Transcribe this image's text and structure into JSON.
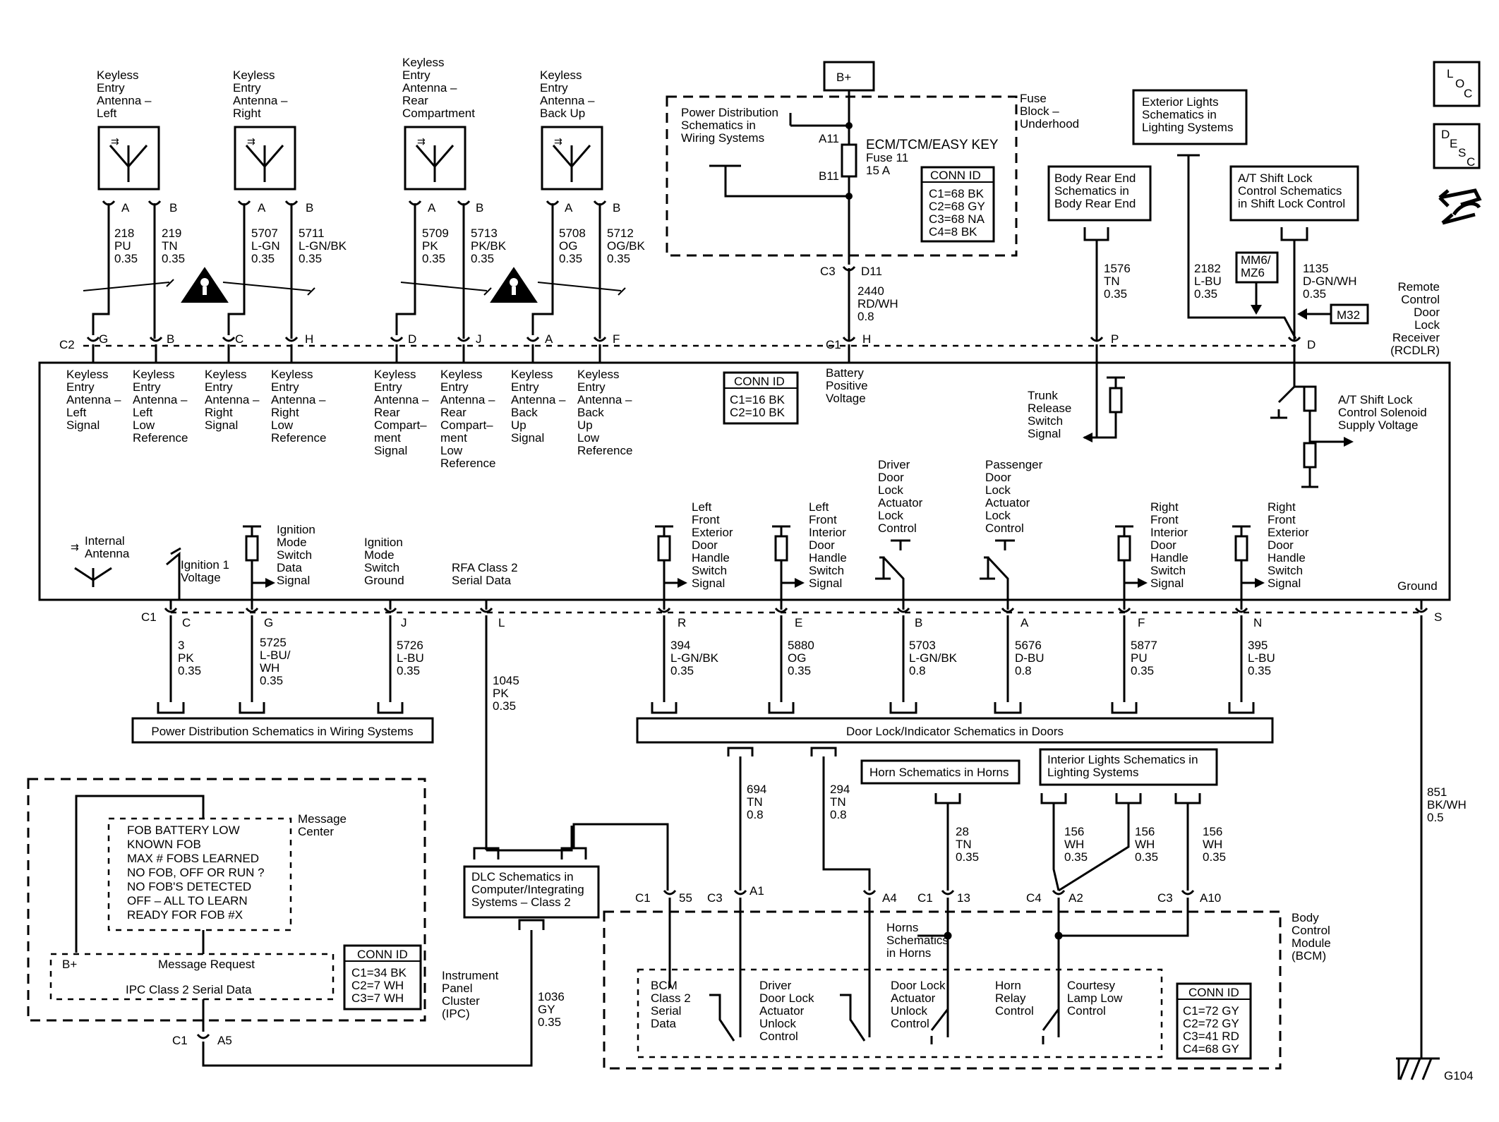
{
  "header": {
    "battery": "B+",
    "fuse_block": [
      "Fuse",
      "Block –",
      "Underhood"
    ],
    "pd_ref": [
      "Power Distribution",
      "Schematics in",
      "Wiring Systems"
    ],
    "fuse_name": "ECM/TCM/EASY KEY",
    "fuse_num": [
      "Fuse 11",
      "15 A"
    ],
    "pin_a11": "A11",
    "pin_b11": "B11",
    "conn_title": "CONN ID",
    "conn_lines": [
      "C1=68 BK",
      "C2=68 GY",
      "C3=68 NA",
      "C4=8 BK"
    ],
    "c3": "C3",
    "d11": "D11",
    "wire": [
      "2440",
      "RD/WH",
      "0.8"
    ]
  },
  "nav_icons": {
    "loc": [
      "L",
      "O",
      "C"
    ],
    "desc": [
      "D",
      "E",
      "S",
      "C"
    ]
  },
  "antennas": [
    {
      "name": [
        "Keyless",
        "Entry",
        "Antenna –",
        "Left"
      ],
      "pins": [
        "A",
        "B"
      ],
      "wireA": [
        "218",
        "PU",
        "0.35"
      ],
      "wireB": [
        "219",
        "TN",
        "0.35"
      ]
    },
    {
      "name": [
        "Keyless",
        "Entry",
        "Antenna –",
        "Right"
      ],
      "pins": [
        "A",
        "B"
      ],
      "wireA": [
        "5707",
        "L-GN",
        "0.35"
      ],
      "wireB": [
        "5711",
        "L-GN/BK",
        "0.35"
      ]
    },
    {
      "name": [
        "Keyless",
        "Entry",
        "Antenna –",
        "Rear",
        "Compartment"
      ],
      "pins": [
        "A",
        "B"
      ],
      "wireA": [
        "5709",
        "PK",
        "0.35"
      ],
      "wireB": [
        "5713",
        "PK/BK",
        "0.35"
      ]
    },
    {
      "name": [
        "Keyless",
        "Entry",
        "Antenna –",
        "Back Up"
      ],
      "pins": [
        "A",
        "B"
      ],
      "wireA": [
        "5708",
        "OG",
        "0.35"
      ],
      "wireB": [
        "5712",
        "OG/BK",
        "0.35"
      ]
    }
  ],
  "top_row": {
    "c2": "C2",
    "c1": "C1",
    "pins": [
      "G",
      "B",
      "C",
      "H",
      "D",
      "J",
      "A",
      "F",
      "H",
      "P",
      "D"
    ],
    "signals": [
      [
        "Keyless",
        "Entry",
        "Antenna –",
        "Left",
        "Signal"
      ],
      [
        "Keyless",
        "Entry",
        "Antenna –",
        "Left",
        "Low",
        "Reference"
      ],
      [
        "Keyless",
        "Entry",
        "Antenna –",
        "Right",
        "Signal"
      ],
      [
        "Keyless",
        "Entry",
        "Antenna –",
        "Right",
        "Low",
        "Reference"
      ],
      [
        "Keyless",
        "Entry",
        "Antenna –",
        "Rear",
        "Compart–",
        "ment",
        "Signal"
      ],
      [
        "Keyless",
        "Entry",
        "Antenna –",
        "Rear",
        "Compart–",
        "ment",
        "Low",
        "Reference"
      ],
      [
        "Keyless",
        "Entry",
        "Antenna –",
        "Back",
        "Up",
        "Signal"
      ],
      [
        "Keyless",
        "Entry",
        "Antenna –",
        "Back",
        "Up",
        "Low",
        "Reference"
      ]
    ],
    "rcdlr_conn_title": "CONN ID",
    "rcdlr_conn_lines": [
      "C1=16 BK",
      "C2=10 BK"
    ],
    "battery_voltage": [
      "Battery",
      "Positive",
      "Voltage"
    ],
    "trunk": [
      "Trunk",
      "Release",
      "Switch",
      "Signal"
    ],
    "shift_solenoid": [
      "A/T Shift Lock",
      "Control Solenoid",
      "Supply Voltage"
    ],
    "rcdlr": [
      "Remote",
      "Control",
      "Door",
      "Lock",
      "Receiver",
      "(RCDLR)"
    ]
  },
  "right_top": {
    "ext_lights": [
      "Exterior Lights",
      "Schematics in",
      "Lighting Systems"
    ],
    "body_rear": [
      "Body Rear End",
      "Schematics in",
      "Body Rear End"
    ],
    "shift_ref": [
      "A/T Shift Lock",
      "Control Schematics",
      "in Shift Lock Control"
    ],
    "wire1576": [
      "1576",
      "TN",
      "0.35"
    ],
    "wire2182": [
      "2182",
      "L-BU",
      "0.35"
    ],
    "wire1135": [
      "1135",
      "D-GN/WH",
      "0.35"
    ],
    "opt1": [
      "MM6/",
      "MZ6"
    ],
    "opt2": "M32"
  },
  "bottom_row": {
    "internal_antenna": [
      "Internal",
      "Antenna"
    ],
    "ign1": [
      "Ignition 1",
      "Voltage"
    ],
    "ign_data": [
      "Ignition",
      "Mode",
      "Switch",
      "Data",
      "Signal"
    ],
    "ign_ground": [
      "Ignition",
      "Mode",
      "Switch",
      "Ground"
    ],
    "rfa": [
      "RFA Class 2",
      "Serial Data"
    ],
    "lf_ext": [
      "Left",
      "Front",
      "Exterior",
      "Door",
      "Handle",
      "Switch",
      "Signal"
    ],
    "lf_int": [
      "Left",
      "Front",
      "Interior",
      "Door",
      "Handle",
      "Switch",
      "Signal"
    ],
    "drv_lock": [
      "Driver",
      "Door",
      "Lock",
      "Actuator",
      "Lock",
      "Control"
    ],
    "pass_lock": [
      "Passenger",
      "Door",
      "Lock",
      "Actuator",
      "Lock",
      "Control"
    ],
    "rf_int": [
      "Right",
      "Front",
      "Interior",
      "Door",
      "Handle",
      "Switch",
      "Signal"
    ],
    "rf_ext": [
      "Right",
      "Front",
      "Exterior",
      "Door",
      "Handle",
      "Switch",
      "Signal"
    ],
    "ground": "Ground",
    "c1": "C1",
    "pins": [
      "C",
      "G",
      "J",
      "L",
      "R",
      "E",
      "B",
      "A",
      "F",
      "N",
      "S"
    ],
    "wires": [
      [
        "3",
        "PK",
        "0.35"
      ],
      [
        "5725",
        "L-BU/",
        "WH",
        "0.35"
      ],
      [
        "5726",
        "L-BU",
        "0.35"
      ],
      [
        "1045",
        "PK",
        "0.35"
      ],
      [
        "394",
        "L-GN/BK",
        "0.35"
      ],
      [
        "5880",
        "OG",
        "0.35"
      ],
      [
        "5703",
        "L-GN/BK",
        "0.8"
      ],
      [
        "5676",
        "D-BU",
        "0.8"
      ],
      [
        "5877",
        "PU",
        "0.35"
      ],
      [
        "395",
        "L-BU",
        "0.35"
      ],
      [
        "851",
        "BK/WH",
        "0.5"
      ]
    ]
  },
  "refs": {
    "pd_bottom": "Power Distribution Schematics in Wiring Systems",
    "door_lock": "Door Lock/Indicator Schematics in Doors",
    "horn": "Horn Schematics in Horns",
    "interior": [
      "Interior Lights Schematics in",
      "Lighting Systems"
    ],
    "dlc": [
      "DLC Schematics in",
      "Computer/Integrating",
      "Systems – Class 2"
    ]
  },
  "ipc": {
    "messages": [
      "FOB BATTERY LOW",
      "KNOWN FOB",
      "MAX # FOBS LEARNED",
      "NO FOB, OFF OR RUN ?",
      "NO FOB'S DETECTED",
      "OFF – ALL TO LEARN",
      "READY FOR FOB #X"
    ],
    "message_center": [
      "Message",
      "Center"
    ],
    "bplus": "B+",
    "request": "Message Request",
    "serial": "IPC Class 2 Serial Data",
    "conn_title": "CONN ID",
    "conn_lines": [
      "C1=34 BK",
      "C2=7 WH",
      "C3=7 WH"
    ],
    "name": [
      "Instrument",
      "Panel",
      "Cluster",
      "(IPC)"
    ],
    "c1": "C1",
    "a5": "A5",
    "wire": [
      "1036",
      "GY",
      "0.35"
    ]
  },
  "bcm": {
    "wire694": [
      "694",
      "TN",
      "0.8"
    ],
    "wire294": [
      "294",
      "TN",
      "0.8"
    ],
    "wire28": [
      "28",
      "TN",
      "0.35"
    ],
    "wire156a": [
      "156",
      "WH",
      "0.35"
    ],
    "wire156b": [
      "156",
      "WH",
      "0.35"
    ],
    "wire156c": [
      "156",
      "WH",
      "0.35"
    ],
    "connectors": [
      "C1",
      "55",
      "C3",
      "A1",
      "A4",
      "C1",
      "13",
      "C4",
      "A2",
      "C3",
      "A10"
    ],
    "serial": [
      "BCM",
      "Class 2",
      "Serial",
      "Data"
    ],
    "driver_unlock": [
      "Driver",
      "Door Lock",
      "Actuator",
      "Unlock",
      "Control"
    ],
    "door_unlock": [
      "Door Lock",
      "Actuator",
      "Unlock",
      "Control"
    ],
    "horns": [
      "Horns",
      "Schematics",
      "in Horns"
    ],
    "horn_relay": [
      "Horn",
      "Relay",
      "Control"
    ],
    "courtesy": [
      "Courtesy",
      "Lamp Low",
      "Control"
    ],
    "name": [
      "Body",
      "Control",
      "Module",
      "(BCM)"
    ],
    "conn_title": "CONN ID",
    "conn_lines": [
      "C1=72 GY",
      "C2=72 GY",
      "C3=41 RD",
      "C4=68 GY"
    ],
    "ground_id": "G104"
  }
}
